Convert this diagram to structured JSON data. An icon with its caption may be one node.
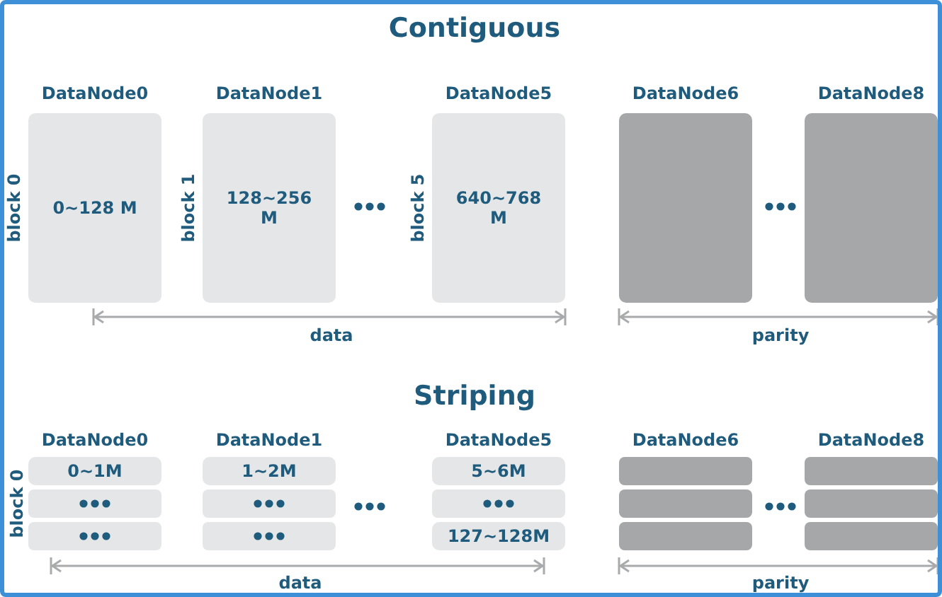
{
  "diagram": {
    "nodes": [
      {
        "text": [
          "DataNode0",
          "0~128 M"
        ],
        "beside": [
          "block 0"
        ]
      },
      {
        "text": [
          "DataNode1",
          "128~256 M"
        ],
        "beside": [
          "block 1"
        ]
      },
      {
        "text": [
          "DataNode5",
          "640~768 M"
        ],
        "beside": [
          "block 5"
        ]
      },
      {
        "text": [
          "DataNode6"
        ]
      },
      {
        "text": [
          "DataNode8"
        ]
      },
      {
        "text": [
          "0~1M"
        ]
      },
      {
        "text": [],
        "shape": "box"
      },
      {
        "text": [],
        "shape": "box"
      },
      {
        "text": [
          "1~2M"
        ]
      },
      {
        "text": [],
        "shape": "box"
      },
      {
        "text": [],
        "shape": "box"
      },
      {
        "text": [
          "5~6M"
        ]
      },
      {
        "text": [],
        "shape": "box"
      },
      {
        "text": [
          "127~128M"
        ]
      },
      {
        "text": [],
        "shape": "box"
      },
      {
        "text": [],
        "shape": "box"
      },
      {
        "text": [],
        "shape": "box"
      },
      {
        "text": [],
        "shape": "box"
      },
      {
        "text": [],
        "shape": "box"
      },
      {
        "text": [],
        "shape": "box"
      }
    ],
    "edges": [],
    "labels": [
      "Contiguous",
      "data",
      "parity",
      "Striping",
      "DataNode0",
      "DataNode1",
      "DataNode5",
      "DataNode6",
      "DataNode8",
      "block 0",
      "data",
      "parity"
    ]
  }
}
